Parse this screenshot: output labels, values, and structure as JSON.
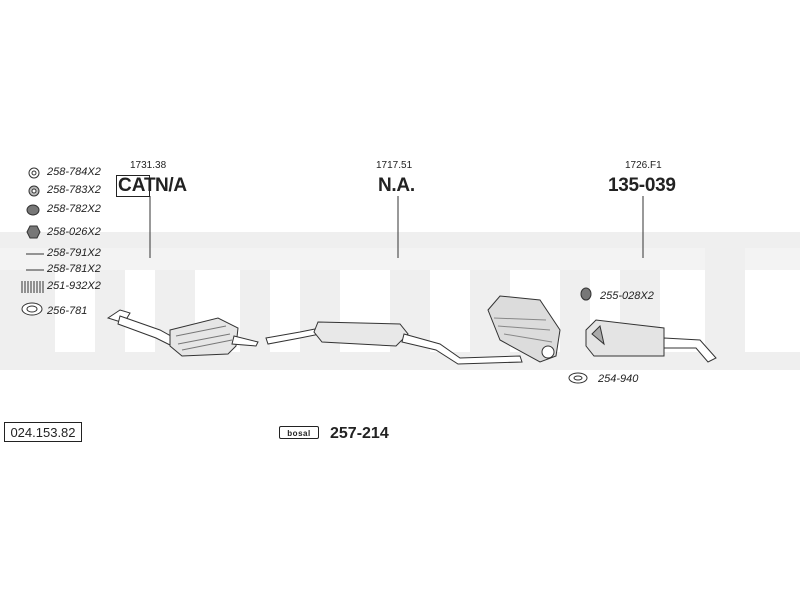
{
  "diagram": {
    "watermark": "bosal",
    "reference_code": "024.153.82",
    "kit": {
      "brand": "bosal",
      "number": "257-214"
    },
    "sections": [
      {
        "id": "front",
        "part_no": "1731.38",
        "cat_label": "CAT",
        "label": "N/A"
      },
      {
        "id": "middle",
        "part_no": "1717.51",
        "label": "N.A."
      },
      {
        "id": "rear",
        "part_no": "1726.F1",
        "label": "135-039"
      }
    ],
    "accessories_left": [
      {
        "code": "258-784X2",
        "icon": "ring-icon"
      },
      {
        "code": "258-783X2",
        "icon": "ring-icon"
      },
      {
        "code": "258-782X2",
        "icon": "rubber-hanger-icon"
      },
      {
        "code": "258-026X2",
        "icon": "nut-icon"
      },
      {
        "code": "258-791X2",
        "icon": "bolt-icon"
      },
      {
        "code": "258-781X2",
        "icon": "bolt-icon"
      },
      {
        "code": "251-932X2",
        "icon": "spring-icon"
      },
      {
        "code": "256-781",
        "icon": "gasket-icon"
      }
    ],
    "accessories_right": [
      {
        "code": "255-028X2",
        "icon": "rubber-hanger-icon"
      },
      {
        "code": "254-940",
        "icon": "gasket-icon"
      }
    ]
  }
}
